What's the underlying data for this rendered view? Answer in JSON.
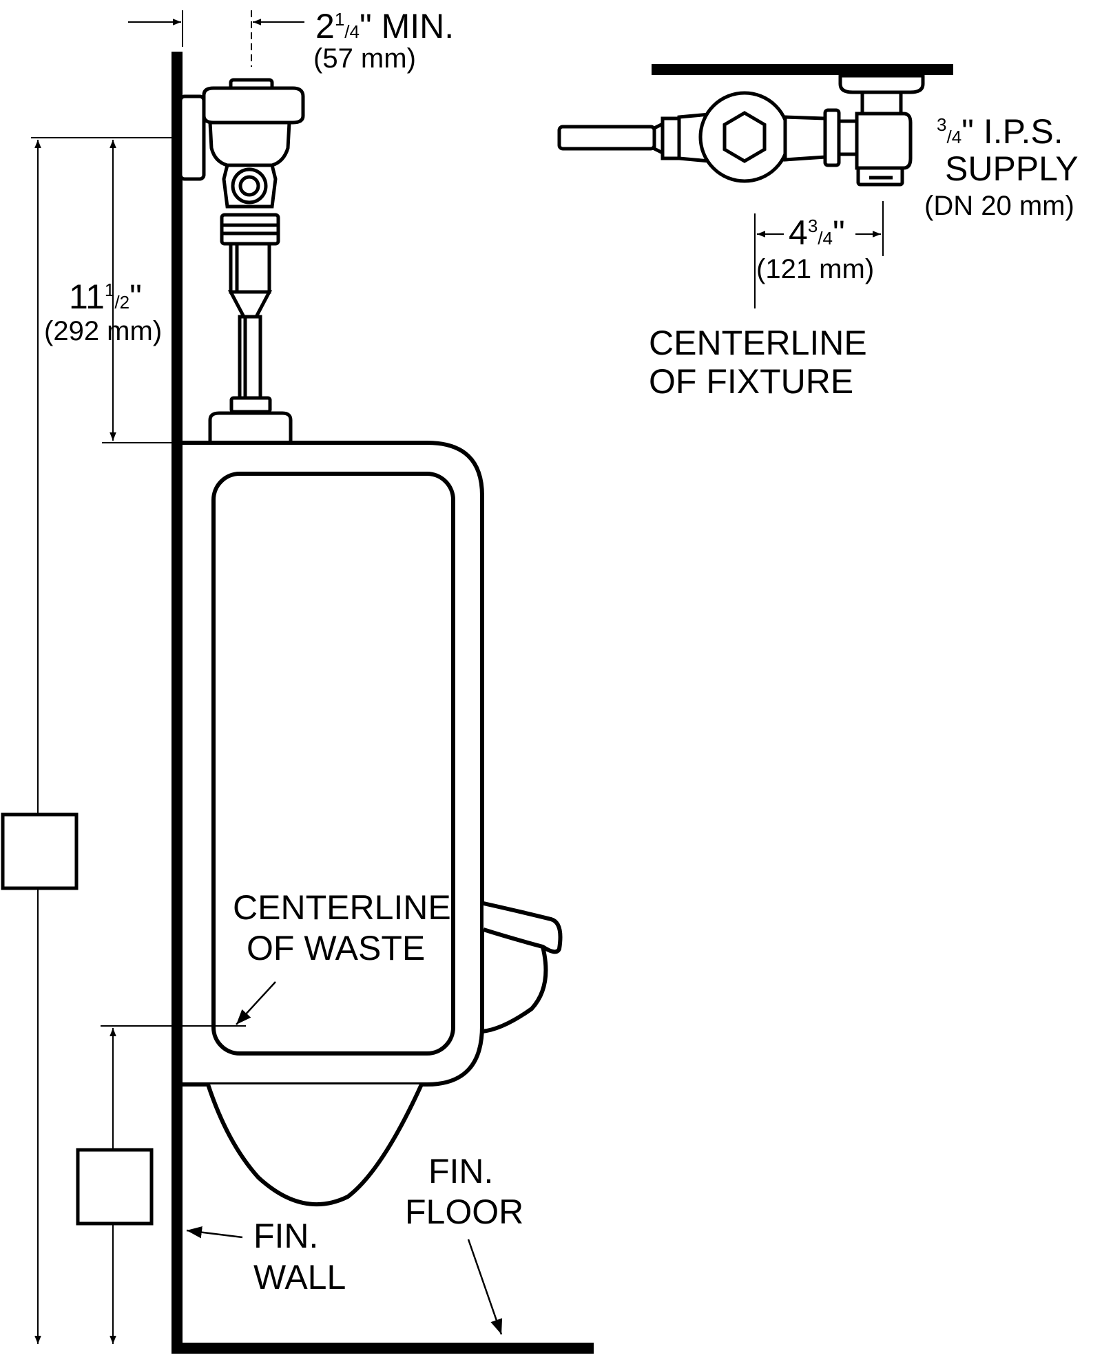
{
  "dimensions": {
    "min_offset": {
      "whole": "2",
      "num": "1",
      "den": "4",
      "suffix": "\" MIN.",
      "metric": "(57 mm)"
    },
    "height": {
      "whole": "11",
      "num": "1",
      "den": "2",
      "suffix": "\"",
      "metric": "(292 mm)"
    },
    "supply_offset": {
      "whole": "4",
      "num": "3",
      "den": "4",
      "suffix": "\"",
      "metric": "(121 mm)"
    }
  },
  "supply": {
    "num": "3",
    "den": "4",
    "line1_suffix": "\" I.P.S.",
    "line2": "SUPPLY",
    "line3": "(DN 20 mm)"
  },
  "labels": {
    "centerline_fixture": [
      "CENTERLINE",
      "OF FIXTURE"
    ],
    "centerline_waste": [
      "CENTERLINE",
      "OF WASTE"
    ],
    "fin_wall": [
      "FIN.",
      "WALL"
    ],
    "fin_floor": [
      "FIN.",
      "FLOOR"
    ]
  },
  "colors": {
    "ink": "#000000",
    "paper": "#ffffff"
  }
}
